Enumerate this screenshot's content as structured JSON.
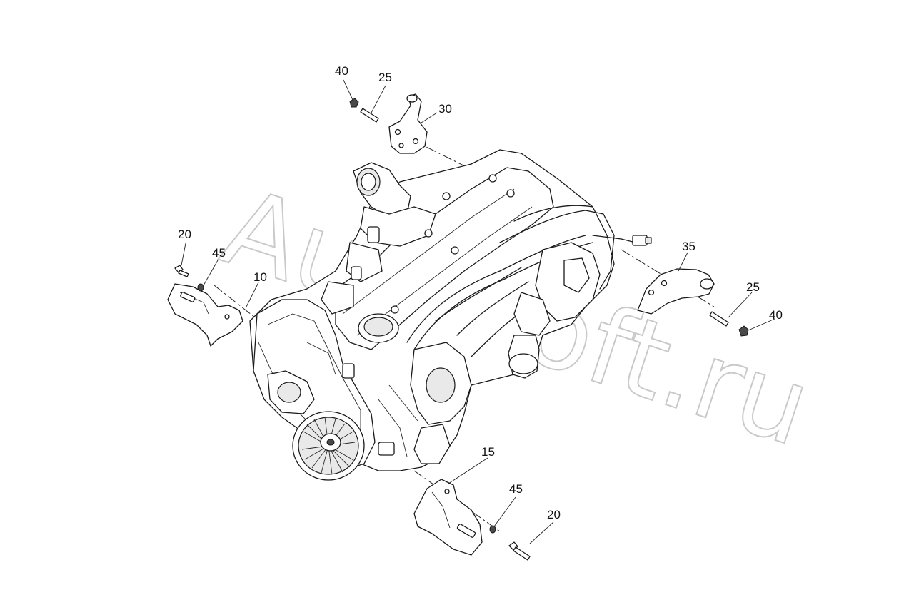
{
  "watermark": "AutoSoft.ru",
  "callouts": [
    {
      "id": "c40-top",
      "label": "40"
    },
    {
      "id": "c25-top",
      "label": "25"
    },
    {
      "id": "c30",
      "label": "30"
    },
    {
      "id": "c20-left",
      "label": "20"
    },
    {
      "id": "c45-left",
      "label": "45"
    },
    {
      "id": "c10",
      "label": "10"
    },
    {
      "id": "c35",
      "label": "35"
    },
    {
      "id": "c25-right",
      "label": "25"
    },
    {
      "id": "c40-right",
      "label": "40"
    },
    {
      "id": "c15",
      "label": "15"
    },
    {
      "id": "c45-bottom",
      "label": "45"
    },
    {
      "id": "c20-bottom",
      "label": "20"
    }
  ]
}
